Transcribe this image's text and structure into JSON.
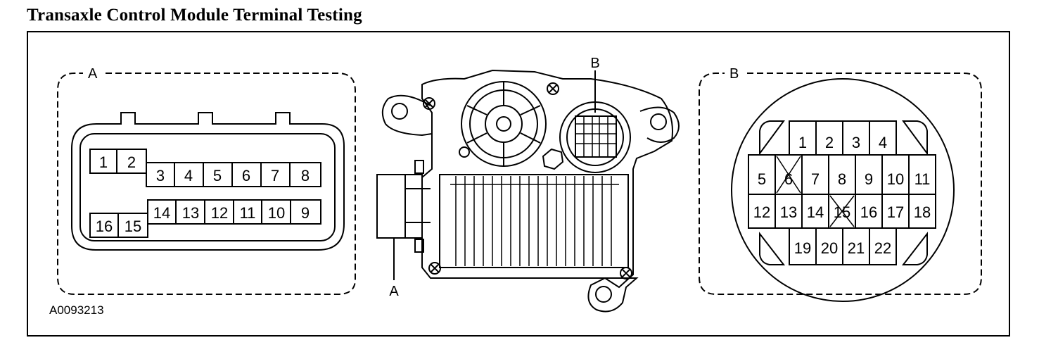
{
  "title": "Transaxle Control Module Terminal Testing",
  "figure_id": "A0093213",
  "callouts": {
    "a": "A",
    "b": "B"
  },
  "connector_a": {
    "label": "A",
    "row1": [
      "1",
      "2",
      "3",
      "4",
      "5",
      "6",
      "7",
      "8"
    ],
    "row2": [
      "16",
      "15",
      "14",
      "13",
      "12",
      "11",
      "10",
      "9"
    ]
  },
  "connector_b": {
    "label": "B",
    "row1": [
      "1",
      "2",
      "3",
      "4"
    ],
    "row2": [
      "5",
      "6",
      "7",
      "8",
      "9",
      "10",
      "11"
    ],
    "row3": [
      "12",
      "13",
      "14",
      "15",
      "16",
      "17",
      "18"
    ],
    "row4": [
      "19",
      "20",
      "21",
      "22"
    ],
    "crossed_out": [
      "6",
      "15"
    ]
  }
}
